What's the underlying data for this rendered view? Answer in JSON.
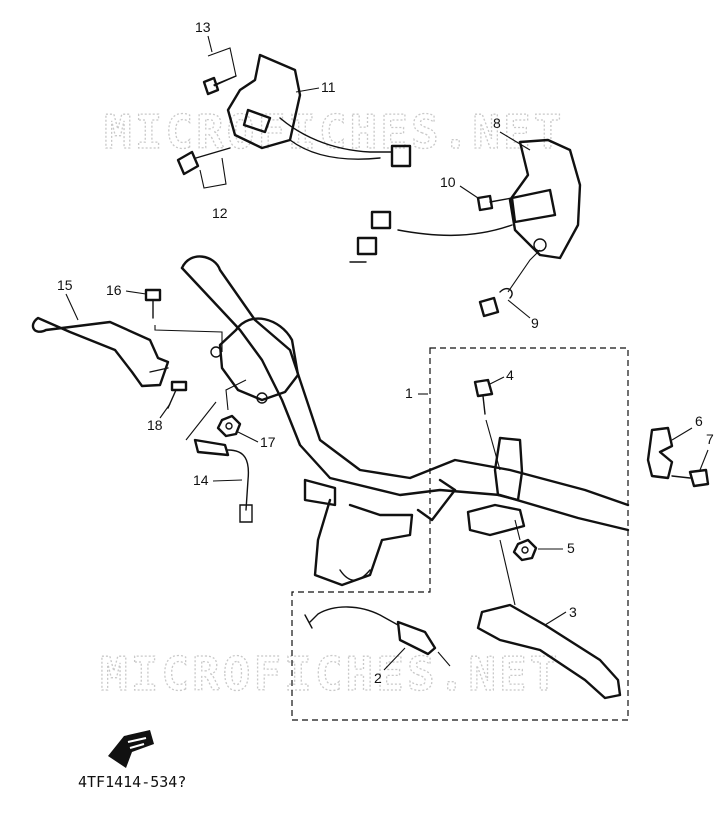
{
  "watermark": "MICROFICHES.NET",
  "figure_code": "4TF1414-534?",
  "callouts": [
    "1",
    "2",
    "3",
    "4",
    "5",
    "6",
    "7",
    "8",
    "9",
    "10",
    "11",
    "12",
    "13",
    "14",
    "15",
    "16",
    "17",
    "18"
  ]
}
